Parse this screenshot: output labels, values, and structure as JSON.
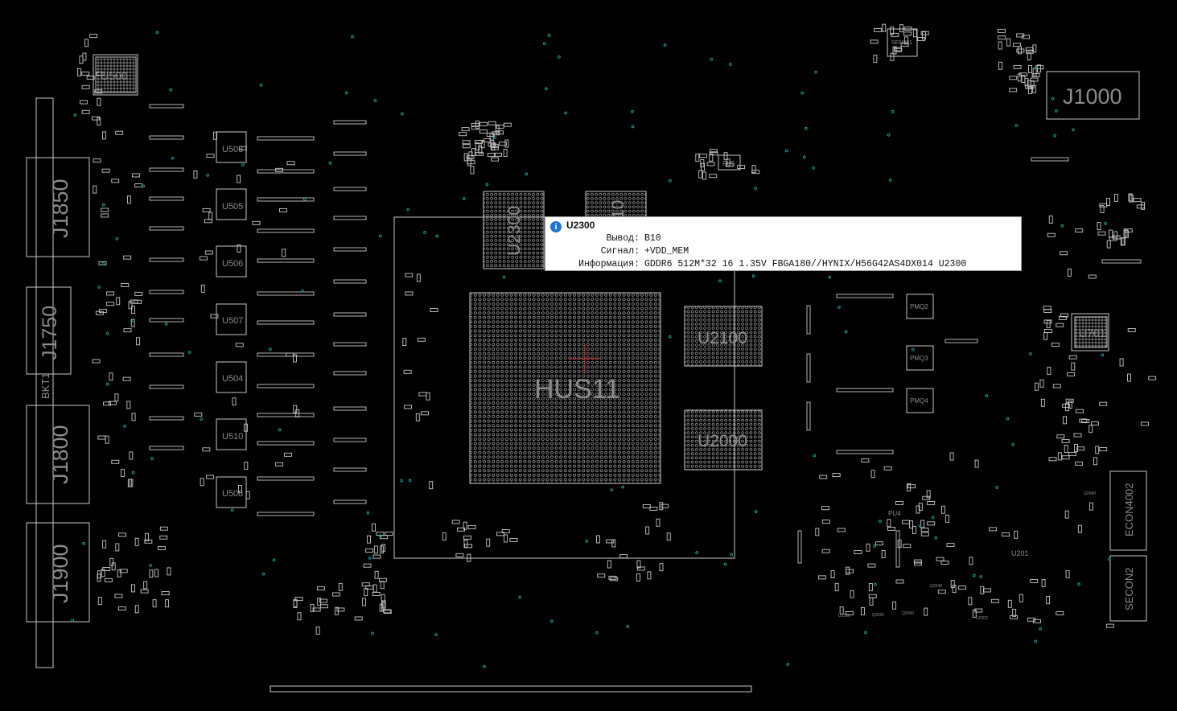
{
  "board": {
    "labels": {
      "gpu": "HUS11",
      "mem_u2300": "U2300",
      "mem_u2100": "U2100",
      "mem_u2000": "U2000",
      "mem_partial": "10",
      "j1850": "J1850",
      "j1750": "J1750",
      "bkt1": "BKT1",
      "j1800": "J1800",
      "j1900": "J1900",
      "j1000": "J1000",
      "econ4002": "ECON4002",
      "secon2": "SECON2",
      "u500": "U500",
      "u503": "U503",
      "u505": "U505",
      "u506": "U506",
      "u507": "U507",
      "u504": "U504",
      "u510": "U510",
      "u508": "U508",
      "u701": "U701",
      "pmq2": "PMQ2",
      "pmq3": "PMQ3",
      "pmq4": "PMQ4",
      "pu5": "PU5",
      "pu4": "PU4",
      "u201": "U201",
      "sen001": "SEN001",
      "u2200": "U2200",
      "u2202": "U2202",
      "q2040": "Q2040",
      "q2050": "Q2050",
      "q2060": "Q2060",
      "q2070": "Q2070",
      "q2040b": "Q2040"
    }
  },
  "tooltip": {
    "title": "U2300",
    "rows": [
      {
        "key": "Вывод:",
        "value": "B10"
      },
      {
        "key": "Сигнал:",
        "value": "+VDD_MEM"
      },
      {
        "key": "Информация:",
        "value": "GDDR6 512M*32 16 1.35V FBGA180//HYNIX/H56G42AS4DX014 U2300"
      }
    ]
  },
  "colors": {
    "background": "#000000",
    "outline": "#c8c8c8",
    "label": "#8c8c8c",
    "via": "#1aa7a7",
    "cursor": "#d03030",
    "tooltip_bg": "#ffffff",
    "info_icon": "#1c74d4"
  }
}
